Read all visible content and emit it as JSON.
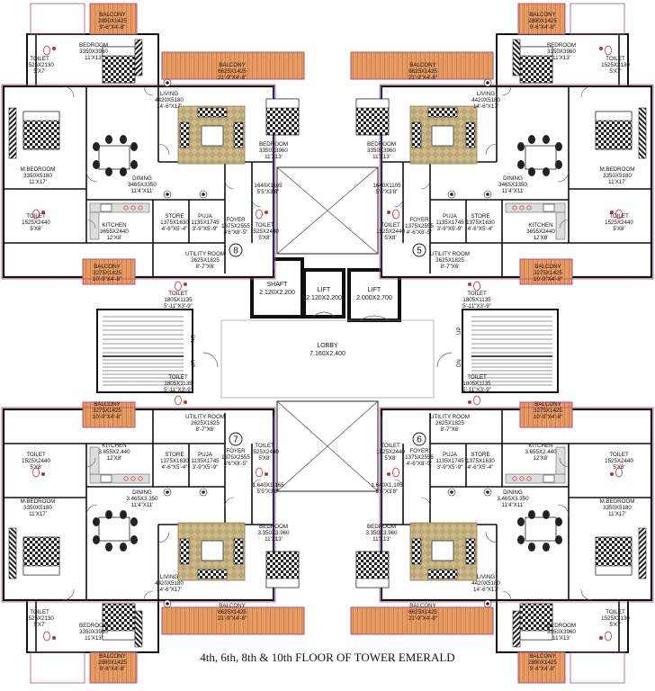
{
  "title": "4th, 6th, 8th  & 10th FLOOR OF TOWER EMERALD",
  "colors": {
    "wall": "#111111",
    "balcony_fill": "#e8a06a",
    "balcony_hatch": "#c66a2c",
    "living_rug": "#c9b78a",
    "outline_pink": "#b05080",
    "outline_blue": "#3a5fb0",
    "fixture_red": "#c03030",
    "furniture_dark": "#222222",
    "kitchen_grey": "#9a9a9a"
  },
  "core": {
    "shaft": {
      "name": "SHAFT",
      "dim": "2.120X2.200"
    },
    "lift1": {
      "name": "LIFT",
      "dim": "2.120X2.200"
    },
    "lift2": {
      "name": "LIFT",
      "dim": "2.000X2.700"
    },
    "lobby": {
      "name": "LOBBY",
      "dim": "7.160X2.400"
    },
    "stair_left": {
      "dn": "DN",
      "up": "UP"
    },
    "stair_right": {
      "up": "UP",
      "dn": "DN"
    }
  },
  "units": [
    {
      "id": "unit-8",
      "number": "8",
      "rooms": [
        {
          "key": "balcony-top",
          "name": "BALCONY",
          "dim": "2890X1425",
          "imp": "9'-6\"X4'-8\""
        },
        {
          "key": "toilet-top",
          "name": "TOILET",
          "dim": "1525X2130",
          "imp": "5'X7'"
        },
        {
          "key": "bedroom-outer",
          "name": "BEDROOM",
          "dim": "3350X3960",
          "imp": "11'X13'"
        },
        {
          "key": "balcony-long",
          "name": "BALCONY",
          "dim": "6625X1425",
          "imp": "21'-9\"X4'-8\""
        },
        {
          "key": "living",
          "name": "LIVING",
          "dim": "4420X5180",
          "imp": "14'-6\"X17'"
        },
        {
          "key": "bedroom-inner",
          "name": "BEDROOM",
          "dim": "3350X3960",
          "imp": "11'X13'"
        },
        {
          "key": "mbedroom",
          "name": "M.BEDROOM",
          "dim": "3350X5180",
          "imp": "11'X17'"
        },
        {
          "key": "dining",
          "name": "DINING",
          "dim": "3465X3350",
          "imp": "11'4\"X11'"
        },
        {
          "key": "passage",
          "name": "",
          "dim": "1640X1165",
          "imp": "5'5\"X3'8\""
        },
        {
          "key": "toilet-side",
          "name": "TOILET",
          "dim": "1525X2440",
          "imp": "5'X8'"
        },
        {
          "key": "kitchen",
          "name": "KITCHEN",
          "dim": "3655X2440",
          "imp": "12'X8'"
        },
        {
          "key": "store",
          "name": "STORE",
          "dim": "1375X1630",
          "imp": "4'-6\"X5'-4\""
        },
        {
          "key": "puja",
          "name": "PUJA",
          "dim": "1135X1745",
          "imp": "3'-9\"X5'-9\""
        },
        {
          "key": "foyer",
          "name": "FOYER",
          "dim": "1375X2555",
          "imp": "4'6\"X8'-5\""
        },
        {
          "key": "toilet-foyer",
          "name": "TOILET",
          "dim": "1525X2440",
          "imp": "5'X8'"
        },
        {
          "key": "utility",
          "name": "UTILITY ROOM",
          "dim": "2625X1825",
          "imp": "8'-7\"X6'"
        },
        {
          "key": "balcony-small",
          "name": "BALCONY",
          "dim": "3275X1425",
          "imp": "10'-9\"X4'-8\""
        },
        {
          "key": "toilet-utility",
          "name": "TOILET",
          "dim": "1805X1135",
          "imp": "5'-11\"X3'-9\""
        }
      ]
    },
    {
      "id": "unit-5",
      "number": "5",
      "rooms": [
        {
          "key": "balcony-top",
          "name": "BALCONY",
          "dim": "2890X1425",
          "imp": "9'-6\"X4'-8\""
        },
        {
          "key": "toilet-top",
          "name": "TOILET",
          "dim": "1525X2130",
          "imp": "5'X7'"
        },
        {
          "key": "bedroom-outer",
          "name": "BEDROOM",
          "dim": "3350X3960",
          "imp": "11'X13'"
        },
        {
          "key": "balcony-long",
          "name": "BALCONY",
          "dim": "6625X1425",
          "imp": "21'-9\"X4'-8\""
        },
        {
          "key": "living",
          "name": "LIVING",
          "dim": "4420X5180",
          "imp": "14'-6\"X17'"
        },
        {
          "key": "bedroom-inner",
          "name": "BEDROOM",
          "dim": "3350X3960",
          "imp": "11'X13'"
        },
        {
          "key": "mbedroom",
          "name": "M.BEDROOM",
          "dim": "3350X5180",
          "imp": "11'X17'"
        },
        {
          "key": "dining",
          "name": "DINING",
          "dim": "3465X3350",
          "imp": "11'4\"X11'"
        },
        {
          "key": "passage",
          "name": "",
          "dim": "1640X1105",
          "imp": "5'5\"X3'8\""
        },
        {
          "key": "toilet-side",
          "name": "TOILET",
          "dim": "1525X2440",
          "imp": "5'X8'"
        },
        {
          "key": "kitchen",
          "name": "KITCHEN",
          "dim": "3655X2440",
          "imp": "12'X8'"
        },
        {
          "key": "store",
          "name": "STORE",
          "dim": "1375X1630",
          "imp": "4'-6\"X5'-4\""
        },
        {
          "key": "puja",
          "name": "PUJA",
          "dim": "1135X1745",
          "imp": "3'-9\"X5'-9\""
        },
        {
          "key": "foyer",
          "name": "FOYER",
          "dim": "1375X2555",
          "imp": "4'-6\"X8'-5\""
        },
        {
          "key": "toilet-foyer",
          "name": "TOILET",
          "dim": "1525X2440",
          "imp": "5'X8'"
        },
        {
          "key": "utility",
          "name": "UTILITY ROOM",
          "dim": "2625X1825",
          "imp": "8'-7\"X6'"
        },
        {
          "key": "balcony-small",
          "name": "BALCONY",
          "dim": "3275X1425",
          "imp": "10'-9\"X4'-8\""
        },
        {
          "key": "toilet-utility",
          "name": "TOILET",
          "dim": "1805X1135",
          "imp": "5'-11\"X3'-9\""
        }
      ]
    },
    {
      "id": "unit-7",
      "number": "7",
      "rooms": [
        {
          "key": "balcony-top",
          "name": "BALCONY",
          "dim": "2890X1425",
          "imp": "9'-6\"X4'-8\""
        },
        {
          "key": "toilet-top",
          "name": "TOILET",
          "dim": "1525X2130",
          "imp": "5'X7'"
        },
        {
          "key": "bedroom-outer",
          "name": "BEDROOM",
          "dim": "3350X3960",
          "imp": "11'X13'"
        },
        {
          "key": "balcony-long",
          "name": "BALCONY",
          "dim": "6625X1425",
          "imp": "21'-9\"X4'-8\""
        },
        {
          "key": "living",
          "name": "LIVING",
          "dim": "4420X5180",
          "imp": "14'-6\"X17'"
        },
        {
          "key": "bedroom-inner",
          "name": "BEDROOM",
          "dim": "3.350X3.960",
          "imp": "11'X13'"
        },
        {
          "key": "mbedroom",
          "name": "M.BEDROOM",
          "dim": "3350X5180",
          "imp": "11'X17'"
        },
        {
          "key": "dining",
          "name": "DINING",
          "dim": "3.465X3.350",
          "imp": "11'4\"X11'"
        },
        {
          "key": "passage",
          "name": "",
          "dim": "1.640X1.165",
          "imp": "5'5\"X3'8\""
        },
        {
          "key": "toilet-side",
          "name": "TOILET",
          "dim": "1525X2440",
          "imp": "5'X8'"
        },
        {
          "key": "kitchen",
          "name": "KITCHEN",
          "dim": "3.655X2.440",
          "imp": "12'X8'"
        },
        {
          "key": "store",
          "name": "STORE",
          "dim": "1375X1630",
          "imp": "4'-6\"X5'-4\""
        },
        {
          "key": "puja",
          "name": "PUJA",
          "dim": "1135X1745",
          "imp": "3'-9\"X5'-9\""
        },
        {
          "key": "foyer",
          "name": "FOYER",
          "dim": "1375X2555",
          "imp": "4'6\"X8'-5\""
        },
        {
          "key": "toilet-foyer",
          "name": "TOILET",
          "dim": "1525X2440",
          "imp": "5'X8'"
        },
        {
          "key": "utility",
          "name": "UTILITY ROOM",
          "dim": "2625X1825",
          "imp": "8'-7\"X6'"
        },
        {
          "key": "balcony-small",
          "name": "BALCONY",
          "dim": "3275X1425",
          "imp": "10'-9\"X4'-8\""
        },
        {
          "key": "toilet-utility",
          "name": "TOILET",
          "dim": "1805X1135",
          "imp": "5'-11\"X3'-9\""
        }
      ]
    },
    {
      "id": "unit-6",
      "number": "6",
      "rooms": [
        {
          "key": "balcony-top",
          "name": "BALCONY",
          "dim": "2890X1425",
          "imp": "9'-6\"X4'-8\""
        },
        {
          "key": "toilet-top",
          "name": "TOILET",
          "dim": "1525X2130",
          "imp": "5'X7'"
        },
        {
          "key": "bedroom-outer",
          "name": "BEDROOM",
          "dim": "3350X3960",
          "imp": "11'X13'"
        },
        {
          "key": "balcony-long",
          "name": "BALCONY",
          "dim": "6625X1425",
          "imp": "21'-9\"X4'-8\""
        },
        {
          "key": "living",
          "name": "LIVING",
          "dim": "4420X5180",
          "imp": "14'-6\"X17'"
        },
        {
          "key": "bedroom-inner",
          "name": "BEDROOM",
          "dim": "3.350X3.960",
          "imp": "11'X13'"
        },
        {
          "key": "mbedroom",
          "name": "M.BEDROOM",
          "dim": "3350X5180",
          "imp": "11'X17'"
        },
        {
          "key": "dining",
          "name": "DINING",
          "dim": "3.465X3.350",
          "imp": "11'4\"X11'"
        },
        {
          "key": "passage",
          "name": "",
          "dim": "1.640X1.105",
          "imp": "5'5\"X3'8\""
        },
        {
          "key": "toilet-side",
          "name": "TOILET",
          "dim": "1525X2440",
          "imp": "5'X8'"
        },
        {
          "key": "kitchen",
          "name": "KITCHEN",
          "dim": "3.655X2.440",
          "imp": "12'X8'"
        },
        {
          "key": "store",
          "name": "STORE",
          "dim": "1375X1630",
          "imp": "4'-6\"X5'-4\""
        },
        {
          "key": "puja",
          "name": "PUJA",
          "dim": "1135X1745",
          "imp": "3'-9\"X5'-9\""
        },
        {
          "key": "foyer",
          "name": "FOYER",
          "dim": "1375X2555",
          "imp": "4'-6\"X8'-5\""
        },
        {
          "key": "toilet-foyer",
          "name": "TOILET",
          "dim": "1525X2440",
          "imp": "5'X8'"
        },
        {
          "key": "utility",
          "name": "UTILITY ROOM",
          "dim": "2625X1825",
          "imp": "8'-7\"X6'"
        },
        {
          "key": "balcony-small",
          "name": "BALCONY",
          "dim": "3275X1425",
          "imp": "10'-9\"X4'-8\""
        },
        {
          "key": "toilet-utility",
          "name": "TOILET",
          "dim": "1805X1135",
          "imp": "5'-11\"X3'-9\""
        }
      ]
    }
  ]
}
